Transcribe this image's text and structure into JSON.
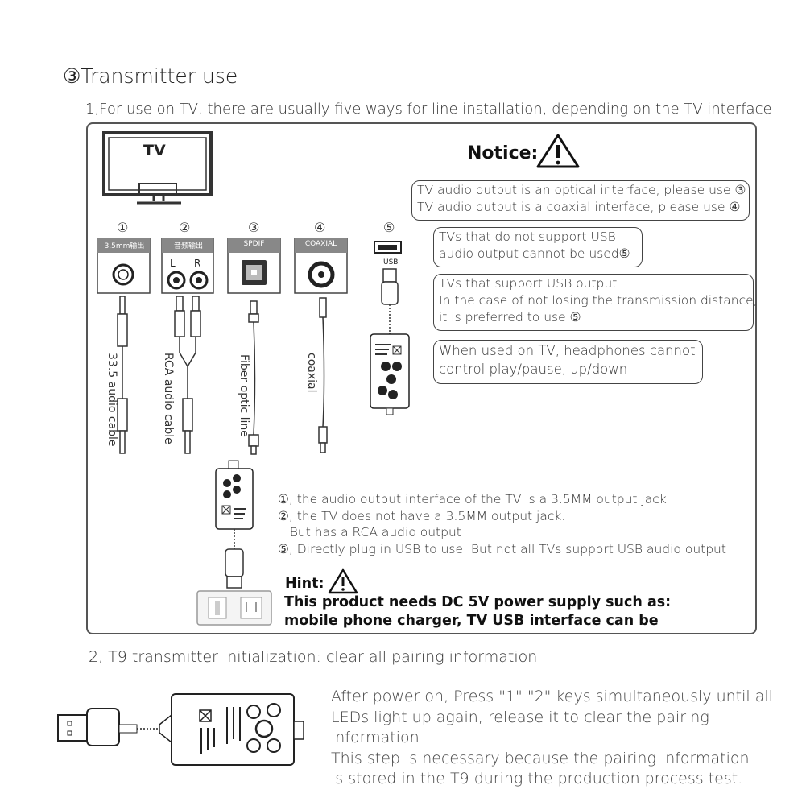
{
  "heading": "③Transmitter use",
  "section1": "1,For use on TV, there are usually five ways for line installation, depending on the TV interface",
  "tv_label": "TV",
  "notice": {
    "title": "Notice:",
    "box1": [
      "TV audio output is an optical interface, please use ③",
      "TV audio output is a coaxial interface, please use ④"
    ],
    "box2": [
      "TVs that do not support USB",
      "audio output cannot be used⑤"
    ],
    "box3": [
      "TVs that support USB output",
      "In the case of not losing the transmission distance,",
      "it is preferred to use ⑤"
    ],
    "box4": [
      "When used on TV, headphones cannot",
      "control play/pause, up/down"
    ]
  },
  "ports": [
    {
      "num": "①",
      "plate": "3.5mm输出",
      "cable": "33.5 audio cable"
    },
    {
      "num": "②",
      "plate": "音频输出",
      "left": "L",
      "right": "R",
      "cable": "RCA audio cable"
    },
    {
      "num": "③",
      "plate": "SPDIF",
      "cable": "Fiber optic line"
    },
    {
      "num": "④",
      "plate": "COAXIAL",
      "cable": "coaxial"
    },
    {
      "num": "⑤",
      "plate": "USB"
    }
  ],
  "notes": [
    "①, the audio output interface of the TV is a 3.5MM output jack",
    "②, the TV does not have a 3.5MM output jack.",
    "   But has a RCA audio output",
    "⑤, Directly plug in USB to use. But not all TVs support USB audio output"
  ],
  "hint": {
    "title": "Hint:",
    "line1": "This product needs DC 5V power supply such as:",
    "line2": "mobile phone charger, TV USB interface can be"
  },
  "section2": "2, T9 transmitter initialization: clear all pairing information",
  "instructions": [
    "After power on, Press \"1\" \"2\" keys simultaneously until all",
    "LEDs light up again, release it to clear the pairing",
    "information",
    "This step is necessary because the pairing information",
    "is stored in the T9 during the production process test."
  ]
}
